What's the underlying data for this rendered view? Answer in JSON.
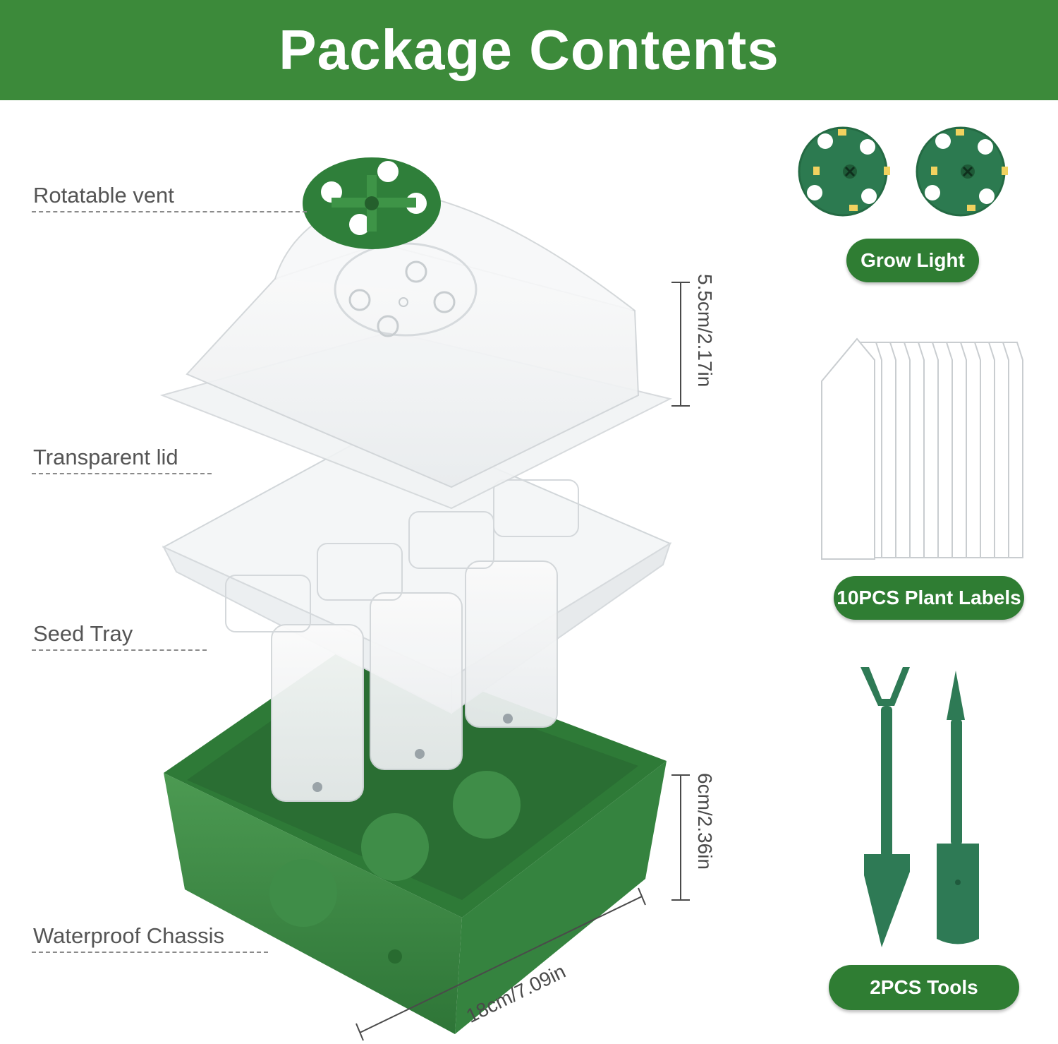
{
  "banner": {
    "title": "Package Contents"
  },
  "callouts": {
    "vent": "Rotatable vent",
    "lid": "Transparent lid",
    "tray": "Seed Tray",
    "chassis": "Waterproof Chassis"
  },
  "dimensions": {
    "lid_height": "5.5cm/2.17in",
    "chassis_height": "6cm/2.36in",
    "length": "18cm/7.09in"
  },
  "accessories": {
    "grow_light": "Grow Light",
    "plant_labels": "10PCS Plant Labels",
    "tools": "2PCS Tools"
  },
  "colors": {
    "brand_green": "#3c8a3a",
    "pill_green": "#2f7d33",
    "tray_green": "#3e8a45"
  }
}
